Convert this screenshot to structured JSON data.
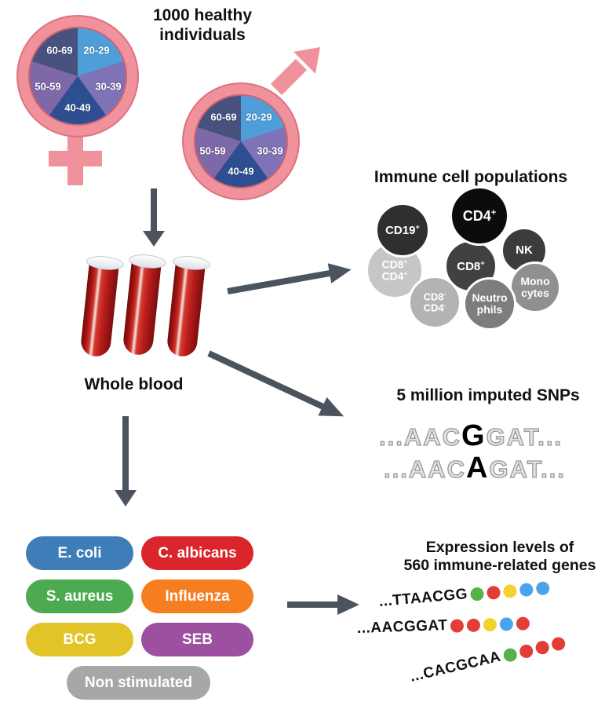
{
  "cohort": {
    "title": "1000 healthy individuals",
    "age_groups": [
      "20-29",
      "30-39",
      "40-49",
      "50-59",
      "60-69"
    ],
    "age_colors": {
      "20-29": "#4f9ed9",
      "30-39": "#8072b6",
      "40-49": "#2d4e90",
      "50-59": "#7f68a8",
      "60-69": "#47537e"
    }
  },
  "whole_blood": {
    "label": "Whole blood"
  },
  "immune_cells": {
    "title": "Immune cell populations",
    "cells": {
      "cd19": {
        "base": "CD19",
        "sup": "+",
        "color": "#2f2f2f"
      },
      "cd4": {
        "base": "CD4",
        "sup": "+",
        "color": "#0c0c0c"
      },
      "nk": {
        "base": "NK",
        "color": "#3c3c3c"
      },
      "cd8": {
        "base": "CD8",
        "sup": "+",
        "color": "#414141"
      },
      "cd8p_cd4p": {
        "l1": "CD8",
        "l1s": "+",
        "l2": "CD4",
        "l2s": "+",
        "color": "#c6c6c6"
      },
      "cd8n_cd4n": {
        "l1": "CD8",
        "l1s": "-",
        "l2": "CD4",
        "l2s": "-",
        "color": "#b3b3b3"
      },
      "neutrophils": {
        "l1": "Neutro",
        "l2": "phils",
        "color": "#7d7d7d"
      },
      "monocytes": {
        "l1": "Mono",
        "l2": "cytes",
        "color": "#909090"
      }
    }
  },
  "snps": {
    "title": "5 million imputed SNPs",
    "seq1": {
      "pre": "...AAC",
      "snp": "G",
      "post": "GAT..."
    },
    "seq2": {
      "pre": "...AAC",
      "snp": "A",
      "post": "GAT..."
    }
  },
  "stimuli": {
    "items": [
      {
        "label": "E. coli",
        "color": "#3e7db8"
      },
      {
        "label": "C. albicans",
        "color": "#d9252b"
      },
      {
        "label": "S. aureus",
        "color": "#4cab51"
      },
      {
        "label": "Influenza",
        "color": "#f57e20"
      },
      {
        "label": "BCG",
        "color": "#e2c428"
      },
      {
        "label": "SEB",
        "color": "#9d4fa0"
      },
      {
        "label": "Non stimulated",
        "color": "#a7a7a7"
      }
    ]
  },
  "expression": {
    "title_line1": "Expression levels of",
    "title_line2": "560 immune-related genes",
    "rows": [
      {
        "sequence": "...TTAACGG",
        "dots": [
          "#55b24b",
          "#e23d36",
          "#f4d22c",
          "#4ba4ea",
          "#4ba4ea"
        ]
      },
      {
        "sequence": "...AACGGAT",
        "dots": [
          "#e23d36",
          "#e23d36",
          "#f4d22c",
          "#4ba4ea",
          "#e23d36"
        ]
      },
      {
        "sequence": "...CACGCAA",
        "dots": [
          "#55b24b",
          "#e23d36",
          "#e23d36",
          "#e23d36"
        ]
      }
    ]
  },
  "palette": {
    "symbol_pink": "#f0929b",
    "arrow_gray": "#4b545e",
    "blood_red": "#b91c1c"
  }
}
